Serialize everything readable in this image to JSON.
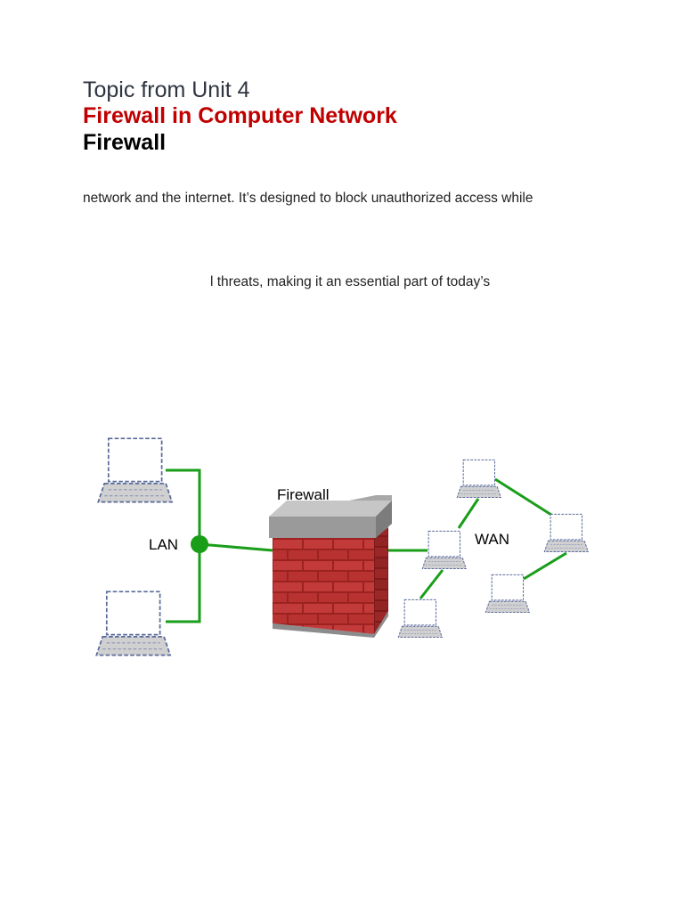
{
  "heading": {
    "topic": "Topic from Unit 4",
    "title": "Firewall in Computer Network",
    "subtitle": "Firewall"
  },
  "body": {
    "line1": "network and the internet. It’s designed to block unauthorized access while",
    "line2": "l threats, making it an essential part of today’s"
  },
  "diagram": {
    "firewall_label": "Firewall",
    "lan_label": "LAN",
    "wan_label": "WAN",
    "link_color": "#1a9e1a",
    "brick_color": "#b52a2a"
  }
}
